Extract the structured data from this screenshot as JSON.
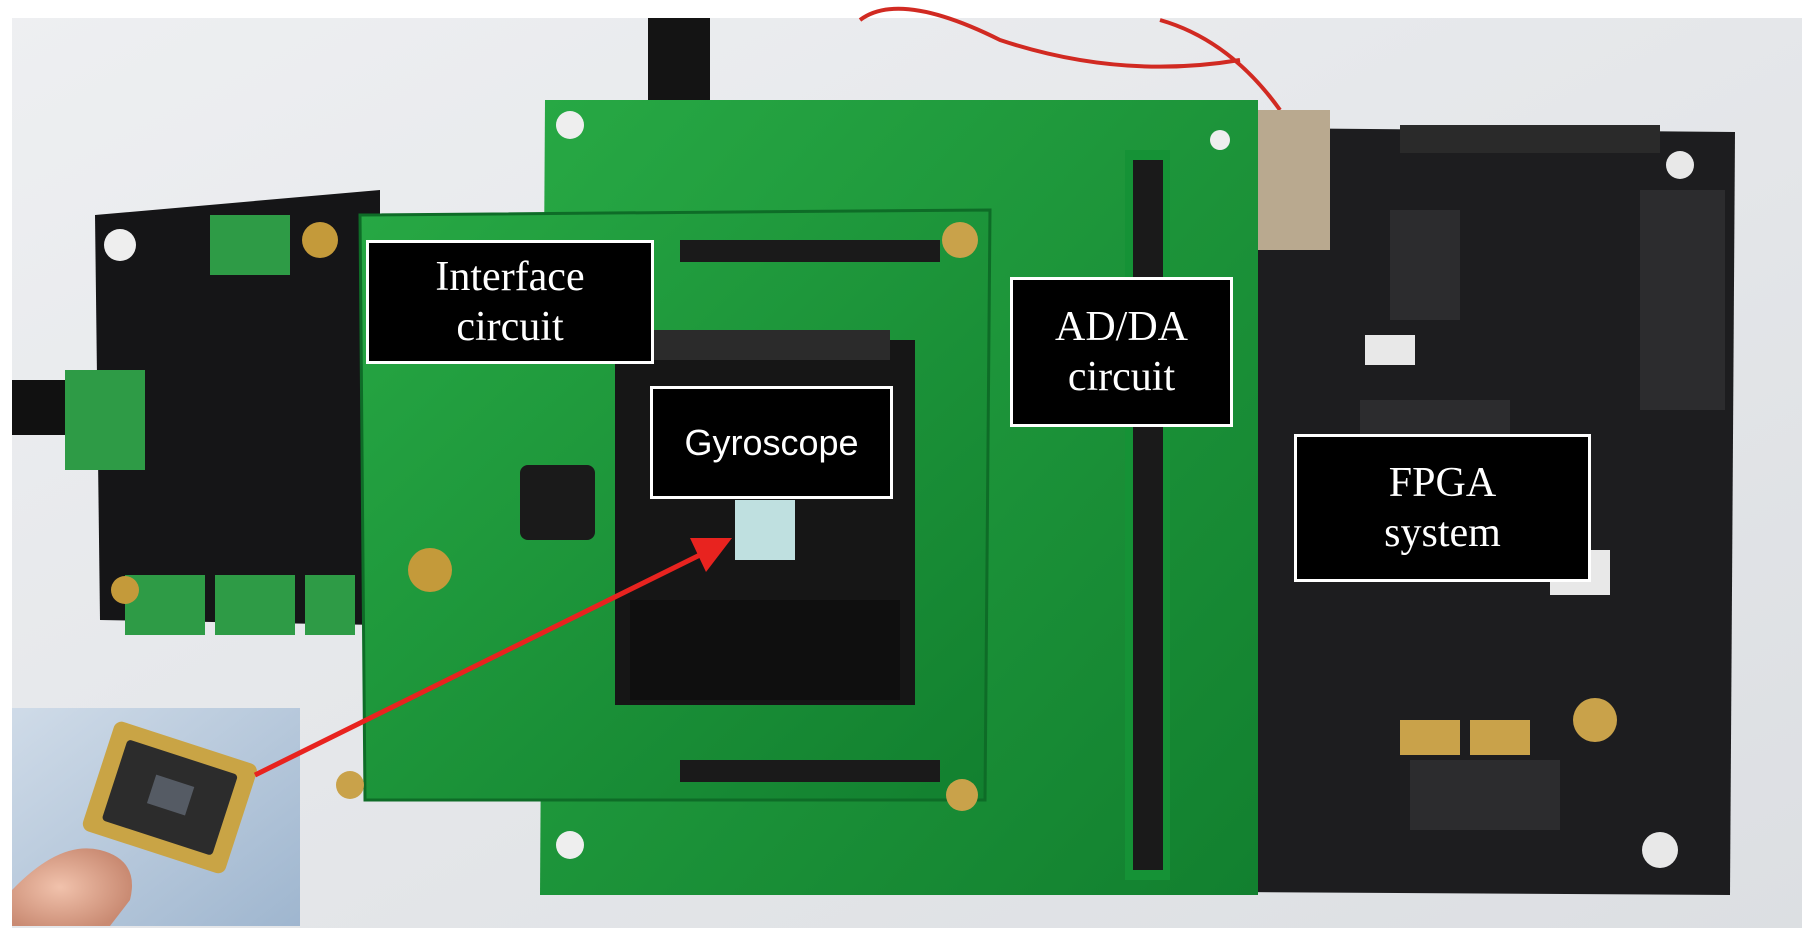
{
  "callouts": {
    "interface": {
      "line1": "Interface",
      "line2": "circuit"
    },
    "adda": {
      "line1": "AD/DA",
      "line2": "circuit"
    },
    "gyroscope": {
      "label": "Gyroscope"
    },
    "fpga": {
      "line1": "FPGA",
      "line2": "system"
    }
  },
  "colors": {
    "pcb_green": "#1f9a3c",
    "pcb_black": "#1c1c1c",
    "arrow_red": "#e8231f",
    "label_bg": "#000000",
    "label_border": "#ffffff"
  }
}
